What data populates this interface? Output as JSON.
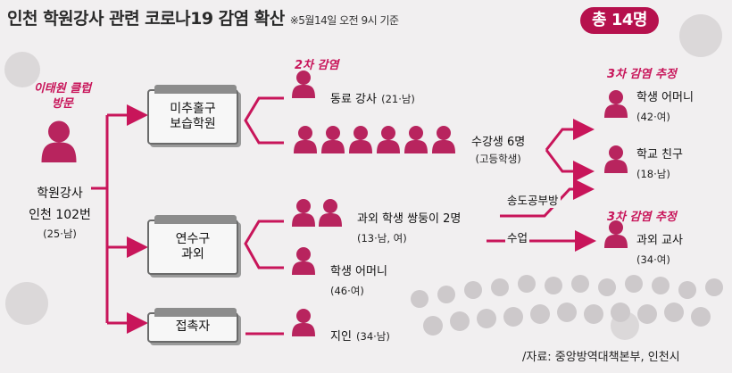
{
  "title": "인천 학원강사 관련 코로나19 감염 확산",
  "title_note": "※5월14일 오전 9시 기준",
  "total": "총 14명",
  "source": "/자료: 중앙방역대책본부, 인천시",
  "colors": {
    "accent": "#b6114d",
    "person": "#b8245e",
    "arrow": "#c8155a"
  },
  "labels": {
    "origin_visit": "이태원 클럽 방문",
    "second": "2차 감염",
    "third_a": "3차 감염 추정",
    "third_b": "3차 감염 추정"
  },
  "nodes": {
    "origin": {
      "name": "학원강사",
      "id": "인천 102번",
      "info": "(25·남)"
    },
    "academy1": {
      "line1": "미추홀구",
      "line2": "보습학원"
    },
    "academy2": {
      "line1": "연수구",
      "line2": "과외"
    },
    "contact": {
      "label": "접촉자"
    }
  },
  "cases": {
    "colleague": {
      "name": "동료 강사",
      "info": "(21·남)"
    },
    "students": {
      "name": "수강생 6명",
      "info": "(고등학생)"
    },
    "twins": {
      "name": "과외 학생 쌍둥이 2명",
      "info": "(13·남, 여)"
    },
    "mother2": {
      "name": "학생 어머니",
      "info": "(46·여)"
    },
    "acquaintance": {
      "name": "지인",
      "info": "(34·남)"
    },
    "mother3": {
      "name": "학생 어머니",
      "info": "(42·여)"
    },
    "friend": {
      "name": "학교 친구",
      "info": "(18·남)"
    },
    "tutor": {
      "name": "과외 교사",
      "info": "(34·여)"
    }
  },
  "edges": {
    "songdo": "송도공부방",
    "class": "수업"
  }
}
